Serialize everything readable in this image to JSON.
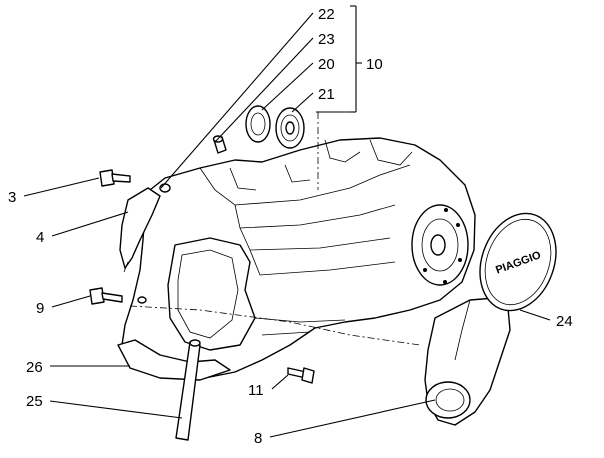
{
  "diagram": {
    "labels": {
      "p22": "22",
      "p23": "23",
      "p20": "20",
      "p21": "21",
      "p10": "10",
      "p3": "3",
      "p4": "4",
      "p9": "9",
      "p26": "26",
      "p25": "25",
      "p11": "11",
      "p8": "8",
      "p24": "24"
    },
    "cover_brand": "PIAGGIO"
  }
}
